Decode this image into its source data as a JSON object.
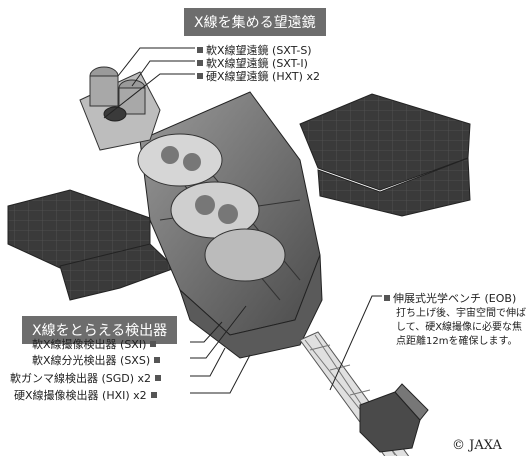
{
  "telescopes": {
    "heading": "X線を集める望遠鏡",
    "items": [
      "軟X線望遠鏡 (SXT-S)",
      "軟X線望遠鏡 (SXT-I)",
      "硬X線望遠鏡 (HXT) x2"
    ]
  },
  "detectors": {
    "heading": "X線をとらえる検出器",
    "items": [
      "軟X線撮像検出器 (SXI)",
      "軟X線分光検出器 (SXS)",
      "軟ガンマ線検出器 (SGD) x2",
      "硬X線撮像検出器 (HXI) x2"
    ]
  },
  "optical_bench": {
    "label": "伸展式光学ベンチ (EOB)",
    "note_lines": [
      "打ち上げ後、宇宙空間で伸ば",
      "して、硬X線撮像に必要な焦",
      "点距離12mを確保します。"
    ]
  },
  "credit": "© JAXA"
}
